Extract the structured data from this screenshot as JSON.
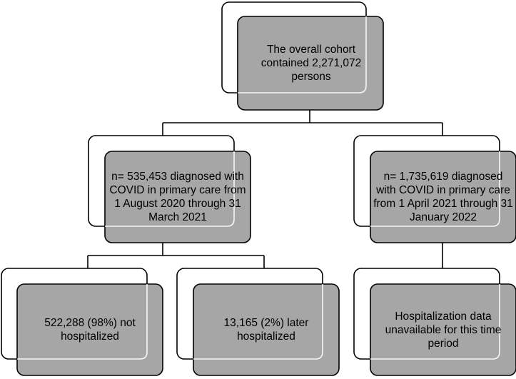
{
  "colors": {
    "box_fill": "#a6a6a6",
    "box_stroke": "#000000",
    "background": "#ffffff"
  },
  "nodes": {
    "root": {
      "text": "The overall cohort contained 2,271,072 persons"
    },
    "left": {
      "text": "n= 535,453 diagnosed with COVID in primary care from 1 August 2020 through 31 March 2021"
    },
    "right": {
      "text": "n= 1,735,619 diagnosed with COVID in primary care from 1 April 2021 through 31 January 2022"
    },
    "left_a": {
      "text": "522,288 (98%) not hospitalized"
    },
    "left_b": {
      "text": "13,165 (2%) later hospitalized"
    },
    "right_a": {
      "text": "Hospitalization data unavailable for this time period"
    }
  }
}
